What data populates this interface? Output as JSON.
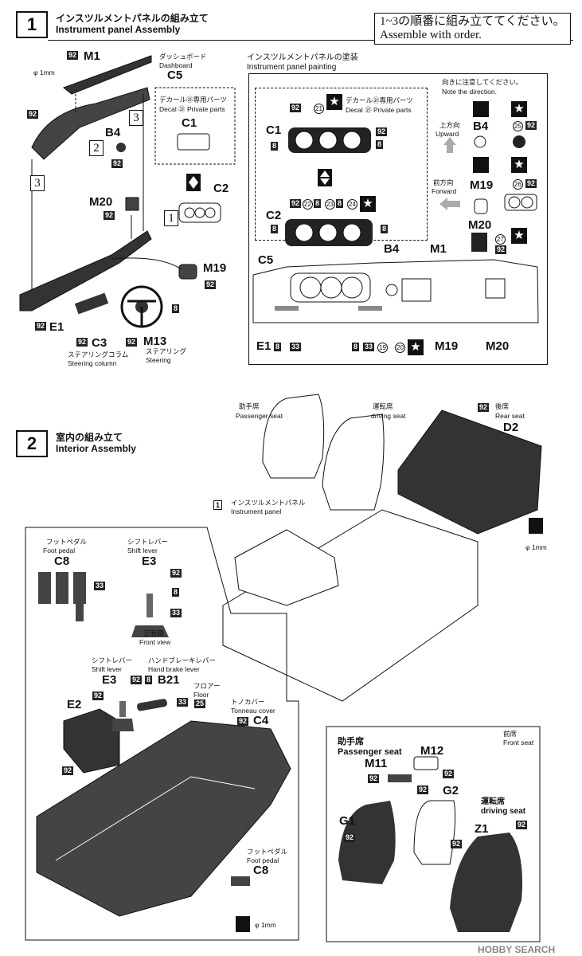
{
  "step1": {
    "number": "1",
    "title_jp": "インスツルメントパネルの組み立て",
    "title_en": "Instrument panel Assembly",
    "note_jp": "1~3の順番に組み立ててください。",
    "note_en": "Assemble with order.",
    "hole": "φ 1mm",
    "dash_jp": "ダッシュボード",
    "dash_en": "Dashboard",
    "decal_jp": "デカール㉑専用パーツ",
    "decal_en": "Decal ㉑ Private parts",
    "painting_jp": "インスツルメントパネルの塗装",
    "painting_en": "Instrument panel painting",
    "direction_jp": "向きに注意してください。",
    "direction_en": "Note the direction.",
    "upward_jp": "上方向",
    "upward_en": "Upward",
    "forward_jp": "前方向",
    "forward_en": "Forward",
    "col_jp": "ステアリングコラム",
    "col_en": "Steering column",
    "steer_jp": "ステアリング",
    "steer_en": "Steering",
    "seq1": "1",
    "seq2": "2",
    "seq3": "3",
    "parts": {
      "M1": "M1",
      "C5": "C5",
      "B4": "B4",
      "C1": "C1",
      "C2": "C2",
      "M20": "M20",
      "M19": "M19",
      "E1": "E1",
      "C3": "C3",
      "M13": "M13"
    },
    "codes": {
      "c92": "92",
      "c8": "8",
      "c33": "33",
      "c19": "19",
      "c20": "20",
      "c21": "21",
      "c22": "22",
      "c23": "23",
      "c24": "24",
      "c25": "25",
      "c26": "26",
      "c27": "27"
    }
  },
  "step2": {
    "number": "2",
    "title_jp": "室内の組み立て",
    "title_en": "Interior Assembly",
    "pass_seat_jp": "助手席",
    "pass_seat_en": "Passenger seat",
    "drive_seat_jp": "運転席",
    "drive_seat_en": "driving seat",
    "rear_seat_jp": "後席",
    "rear_seat_en": "Rear seat",
    "ip_jp": "インスツルメントパネル",
    "ip_en": "Instrument panel",
    "foot_jp": "フットペダル",
    "foot_en": "Foot pedal",
    "shift_jp": "シフトレバー",
    "shift_en": "Shift lever",
    "front_jp": "正面図",
    "front_en": "Front view",
    "hand_jp": "ハンドブレーキレバー",
    "hand_en": "Hand brake lever",
    "floor_jp": "フロアー",
    "floor_en": "Floor",
    "tonneau_jp": "トノカバー",
    "tonneau_en": "Tonneau cover",
    "front_seat_jp": "前席",
    "front_seat_en": "Front seat",
    "hole": "φ 1mm",
    "parts": {
      "D2": "D2",
      "C8": "C8",
      "E3": "E3",
      "E2": "E2",
      "B21": "B21",
      "C4": "C4",
      "M11": "M11",
      "M12": "M12",
      "G1": "G1",
      "G2": "G2",
      "Z1": "Z1"
    },
    "ref": "1"
  },
  "watermark": "HOBBY SEARCH"
}
